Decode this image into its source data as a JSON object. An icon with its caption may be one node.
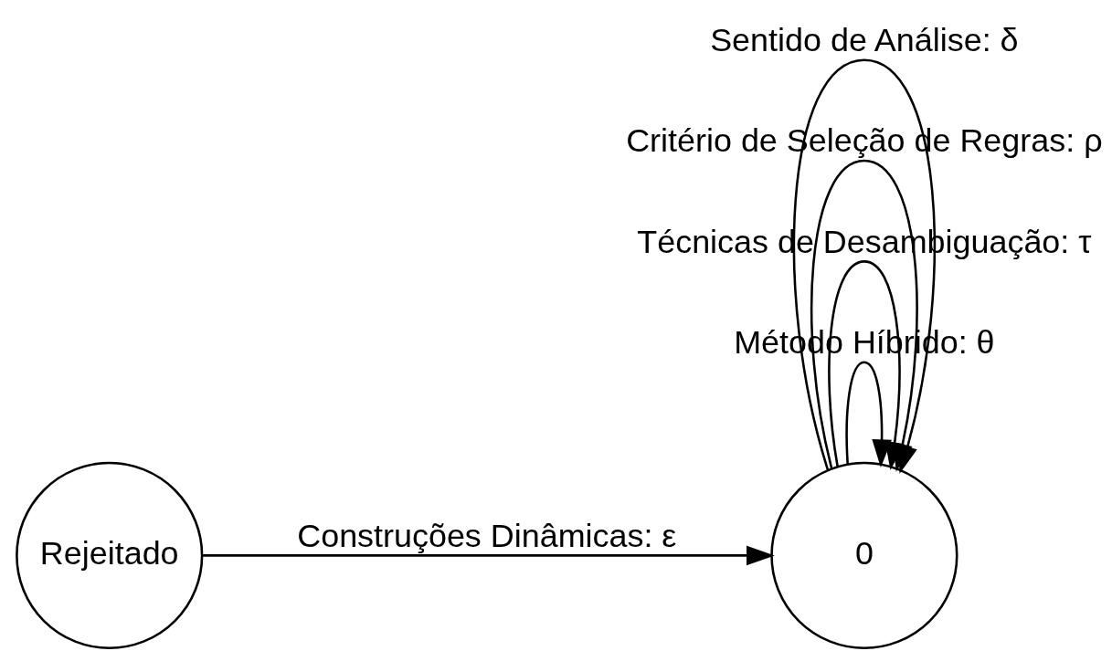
{
  "diagram": {
    "nodes": [
      {
        "text": [
          "Rejeitado"
        ]
      },
      {
        "text": [
          "0"
        ]
      }
    ],
    "edges": [
      {
        "from": 0,
        "to": 1,
        "arrow": "to",
        "label": "Construções Dinâmicas: ε"
      },
      {
        "from": 1,
        "to": 1,
        "arrow": "to",
        "label": "Método Híbrido: θ"
      },
      {
        "from": 1,
        "to": 1,
        "arrow": "to",
        "label": "Técnicas de Desambiguação: τ"
      },
      {
        "from": 1,
        "to": 1,
        "arrow": "to",
        "label": "Critério de Seleção de Regras: ρ"
      },
      {
        "from": 1,
        "to": 1,
        "arrow": "to",
        "label": "Sentido de Análise: δ"
      }
    ]
  }
}
